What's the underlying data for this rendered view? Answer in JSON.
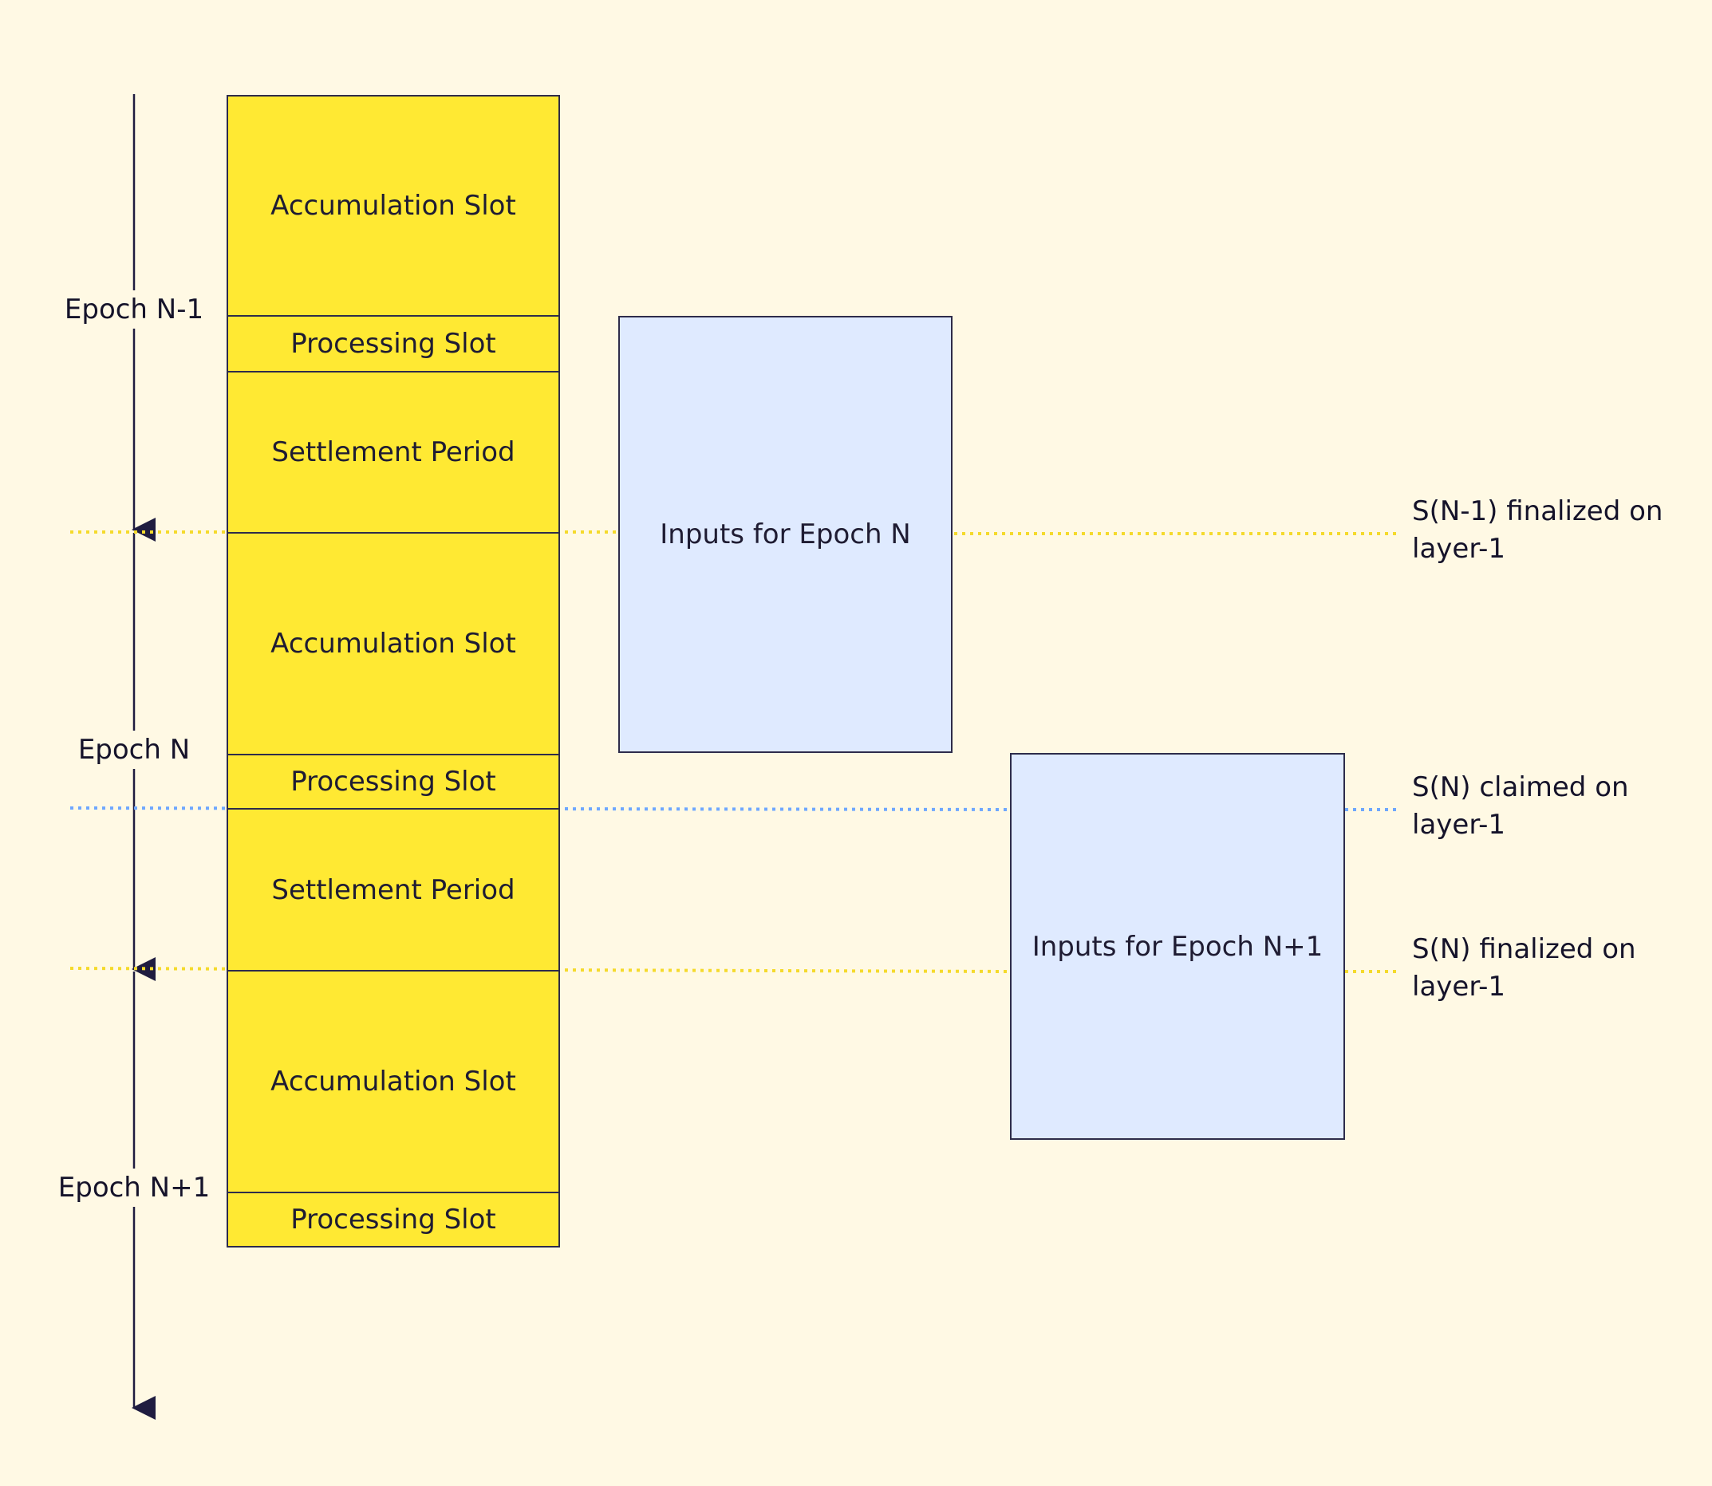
{
  "colors": {
    "background": "#fff9e4",
    "segment_fill": "#ffe933",
    "input_box_fill": "#dfeaff",
    "finalized_line": "#f5da2c",
    "claimed_line": "#6fa7ff",
    "stroke": "#2e2c4a"
  },
  "timeline": {
    "epochs": [
      {
        "label": "Epoch N-1"
      },
      {
        "label": "Epoch N"
      },
      {
        "label": "Epoch N+1"
      }
    ],
    "segments": [
      {
        "label": "Accumulation Slot"
      },
      {
        "label": "Processing Slot"
      },
      {
        "label": "Settlement Period"
      },
      {
        "label": "Accumulation Slot"
      },
      {
        "label": "Processing Slot"
      },
      {
        "label": "Settlement Period"
      },
      {
        "label": "Accumulation Slot"
      },
      {
        "label": "Processing Slot"
      }
    ]
  },
  "input_boxes": [
    {
      "label": "Inputs for Epoch N"
    },
    {
      "label": "Inputs for Epoch N+1"
    }
  ],
  "annotations": [
    {
      "text": "S(N-1) finalized on layer-1"
    },
    {
      "text": "S(N) claimed on layer-1"
    },
    {
      "text": "S(N) finalized on layer-1"
    }
  ]
}
